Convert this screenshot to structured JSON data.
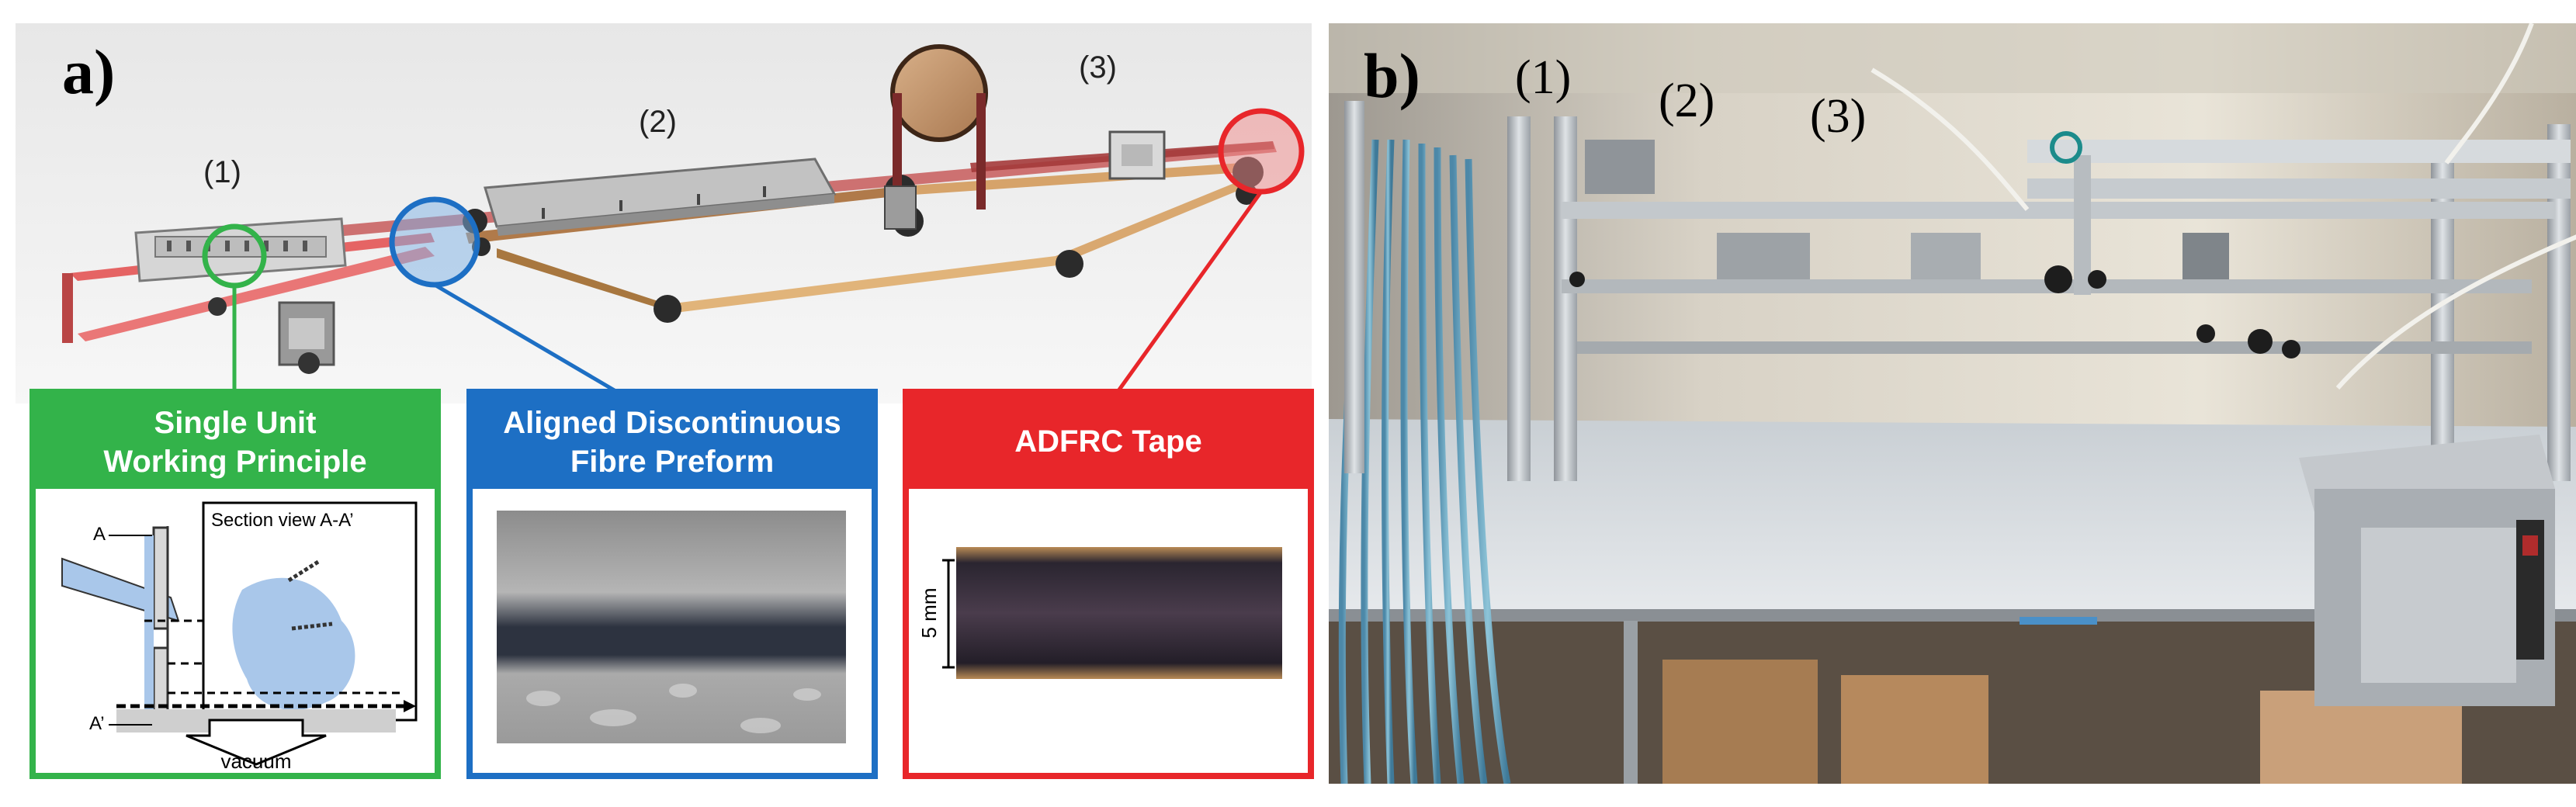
{
  "panel_a": {
    "label": "a)",
    "stations": [
      "(1)",
      "(2)",
      "(3)"
    ],
    "boxes": [
      {
        "title_line1": "Single Unit",
        "title_line2": "Working Principle",
        "color": "#33b34a"
      },
      {
        "title_line1": "Aligned Discontinuous",
        "title_line2": "Fibre Preform",
        "color": "#1d6fc4"
      },
      {
        "title_line1": "ADFRC Tape",
        "title_line2": "",
        "color": "#e8262a"
      }
    ],
    "section_view": "Section view A-A’",
    "label_a": "A",
    "label_a_prime": "A’",
    "vacuum": "vacuum",
    "scale": "5 mm"
  },
  "panel_b": {
    "label": "b)",
    "stations": [
      "(1)",
      "(2)",
      "(3)"
    ]
  }
}
